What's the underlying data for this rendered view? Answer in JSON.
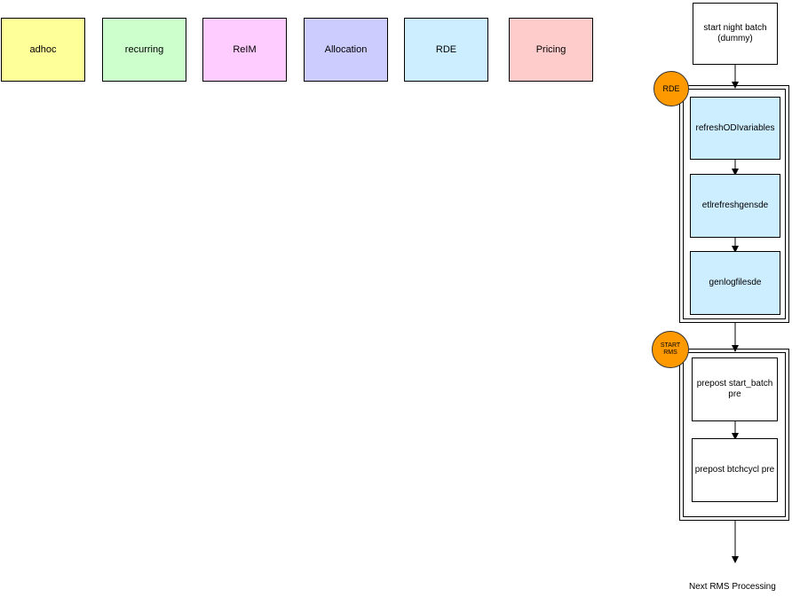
{
  "legend": [
    {
      "label": "adhoc",
      "color": "#ffff99"
    },
    {
      "label": "recurring",
      "color": "#ccffcc"
    },
    {
      "label": "ReIM",
      "color": "#ffccff"
    },
    {
      "label": "Allocation",
      "color": "#ccccff"
    },
    {
      "label": "RDE",
      "color": "#cceeff"
    },
    {
      "label": "Pricing",
      "color": "#ffcccc"
    }
  ],
  "flow": {
    "start": {
      "label": "start night batch (dummy)"
    },
    "rde_group": {
      "badge": "RDE",
      "color": "#cceeff",
      "nodes": [
        {
          "label": "refreshODIvariables"
        },
        {
          "label": "etlrefreshgensde"
        },
        {
          "label": "genlogfilesde"
        }
      ]
    },
    "rms_group": {
      "badge": "START RMS",
      "nodes": [
        {
          "label": "prepost start_batch pre"
        },
        {
          "label": "prepost btchcycl pre"
        }
      ]
    },
    "next": {
      "label": "Next RMS Processing"
    }
  }
}
